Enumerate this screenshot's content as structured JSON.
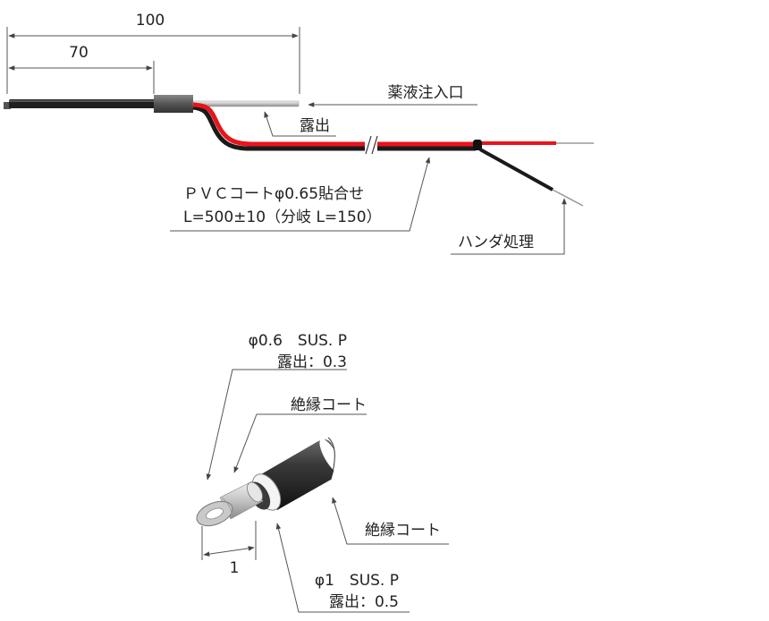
{
  "top": {
    "dim_overall": "100",
    "dim_inner": "70",
    "inlet_label": "薬液注入口",
    "exposed_label": "露出",
    "cable_spec": "ＰＶＣコートφ0.65貼合せ",
    "cable_length": "L=500±10（分岐 L=150）",
    "solder_label": "ハンダ処理"
  },
  "bottom": {
    "inner_spec": "φ0.6　SUS. P",
    "inner_exposed": "露出：0.3",
    "coat_label_upper": "絶縁コート",
    "coat_label_lower": "絶縁コート",
    "dim_tip": "1",
    "outer_spec": "φ1　SUS. P",
    "outer_exposed": "露出：0.5"
  },
  "colors": {
    "red_wire": "#e8141c",
    "black_wire": "#1a1a1a",
    "sleeve": "#555555",
    "needle": "#c8c8c8"
  }
}
